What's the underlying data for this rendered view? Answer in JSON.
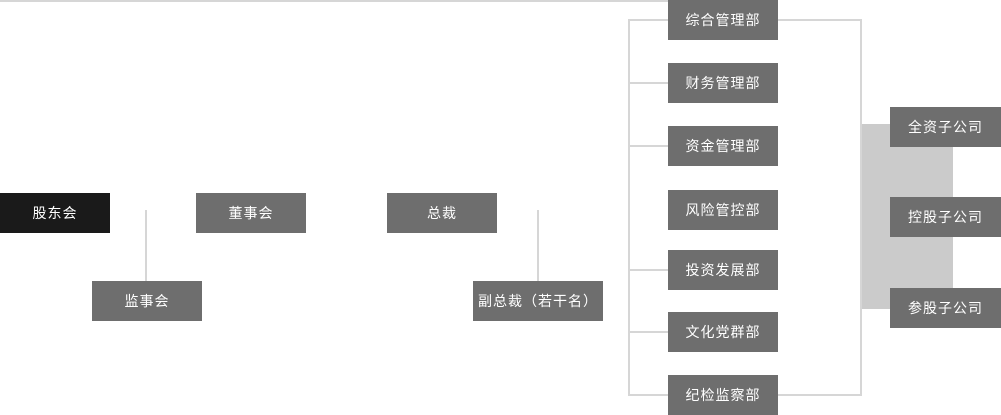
{
  "org_chart": {
    "type": "org-tree",
    "colors": {
      "node_bg": "#6e6e6e",
      "primary_node_bg": "#1a1a1a",
      "node_text": "#ffffff",
      "connector_line": "#d6d6d6",
      "subsidiary_panel_bg": "#cbcbcb",
      "background": "#ffffff"
    },
    "nodes": [
      {
        "id": "shareholders",
        "label": "股东会",
        "level": "governance",
        "style": "primary"
      },
      {
        "id": "supervisors",
        "label": "监事会",
        "level": "governance",
        "style": "default"
      },
      {
        "id": "board",
        "label": "董事会",
        "level": "governance",
        "style": "default"
      },
      {
        "id": "president",
        "label": "总裁",
        "level": "executive",
        "style": "default"
      },
      {
        "id": "vice-presidents",
        "label": "副总裁（若干名）",
        "level": "executive",
        "style": "default"
      },
      {
        "id": "dept-general",
        "label": "综合管理部",
        "level": "department",
        "style": "default"
      },
      {
        "id": "dept-finance",
        "label": "财务管理部",
        "level": "department",
        "style": "default"
      },
      {
        "id": "dept-funds",
        "label": "资金管理部",
        "level": "department",
        "style": "default"
      },
      {
        "id": "dept-risk",
        "label": "风险管控部",
        "level": "department",
        "style": "default"
      },
      {
        "id": "dept-investment",
        "label": "投资发展部",
        "level": "department",
        "style": "default"
      },
      {
        "id": "dept-culture",
        "label": "文化党群部",
        "level": "department",
        "style": "default"
      },
      {
        "id": "dept-discipline",
        "label": "纪检监察部",
        "level": "department",
        "style": "default"
      },
      {
        "id": "sub-wholly",
        "label": "全资子公司",
        "level": "subsidiary",
        "style": "default"
      },
      {
        "id": "sub-holding",
        "label": "控股子公司",
        "level": "subsidiary",
        "style": "default"
      },
      {
        "id": "sub-equity",
        "label": "参股子公司",
        "level": "subsidiary",
        "style": "default"
      }
    ],
    "edges": [
      [
        "shareholders",
        "board"
      ],
      [
        "shareholders",
        "supervisors"
      ],
      [
        "board",
        "president"
      ],
      [
        "president",
        "vice-presidents"
      ],
      [
        "president",
        "dept-general"
      ],
      [
        "president",
        "dept-finance"
      ],
      [
        "president",
        "dept-funds"
      ],
      [
        "president",
        "dept-risk"
      ],
      [
        "president",
        "dept-investment"
      ],
      [
        "president",
        "dept-culture"
      ],
      [
        "president",
        "dept-discipline"
      ],
      [
        "departments",
        "sub-wholly"
      ],
      [
        "departments",
        "sub-holding"
      ],
      [
        "departments",
        "sub-equity"
      ]
    ]
  }
}
